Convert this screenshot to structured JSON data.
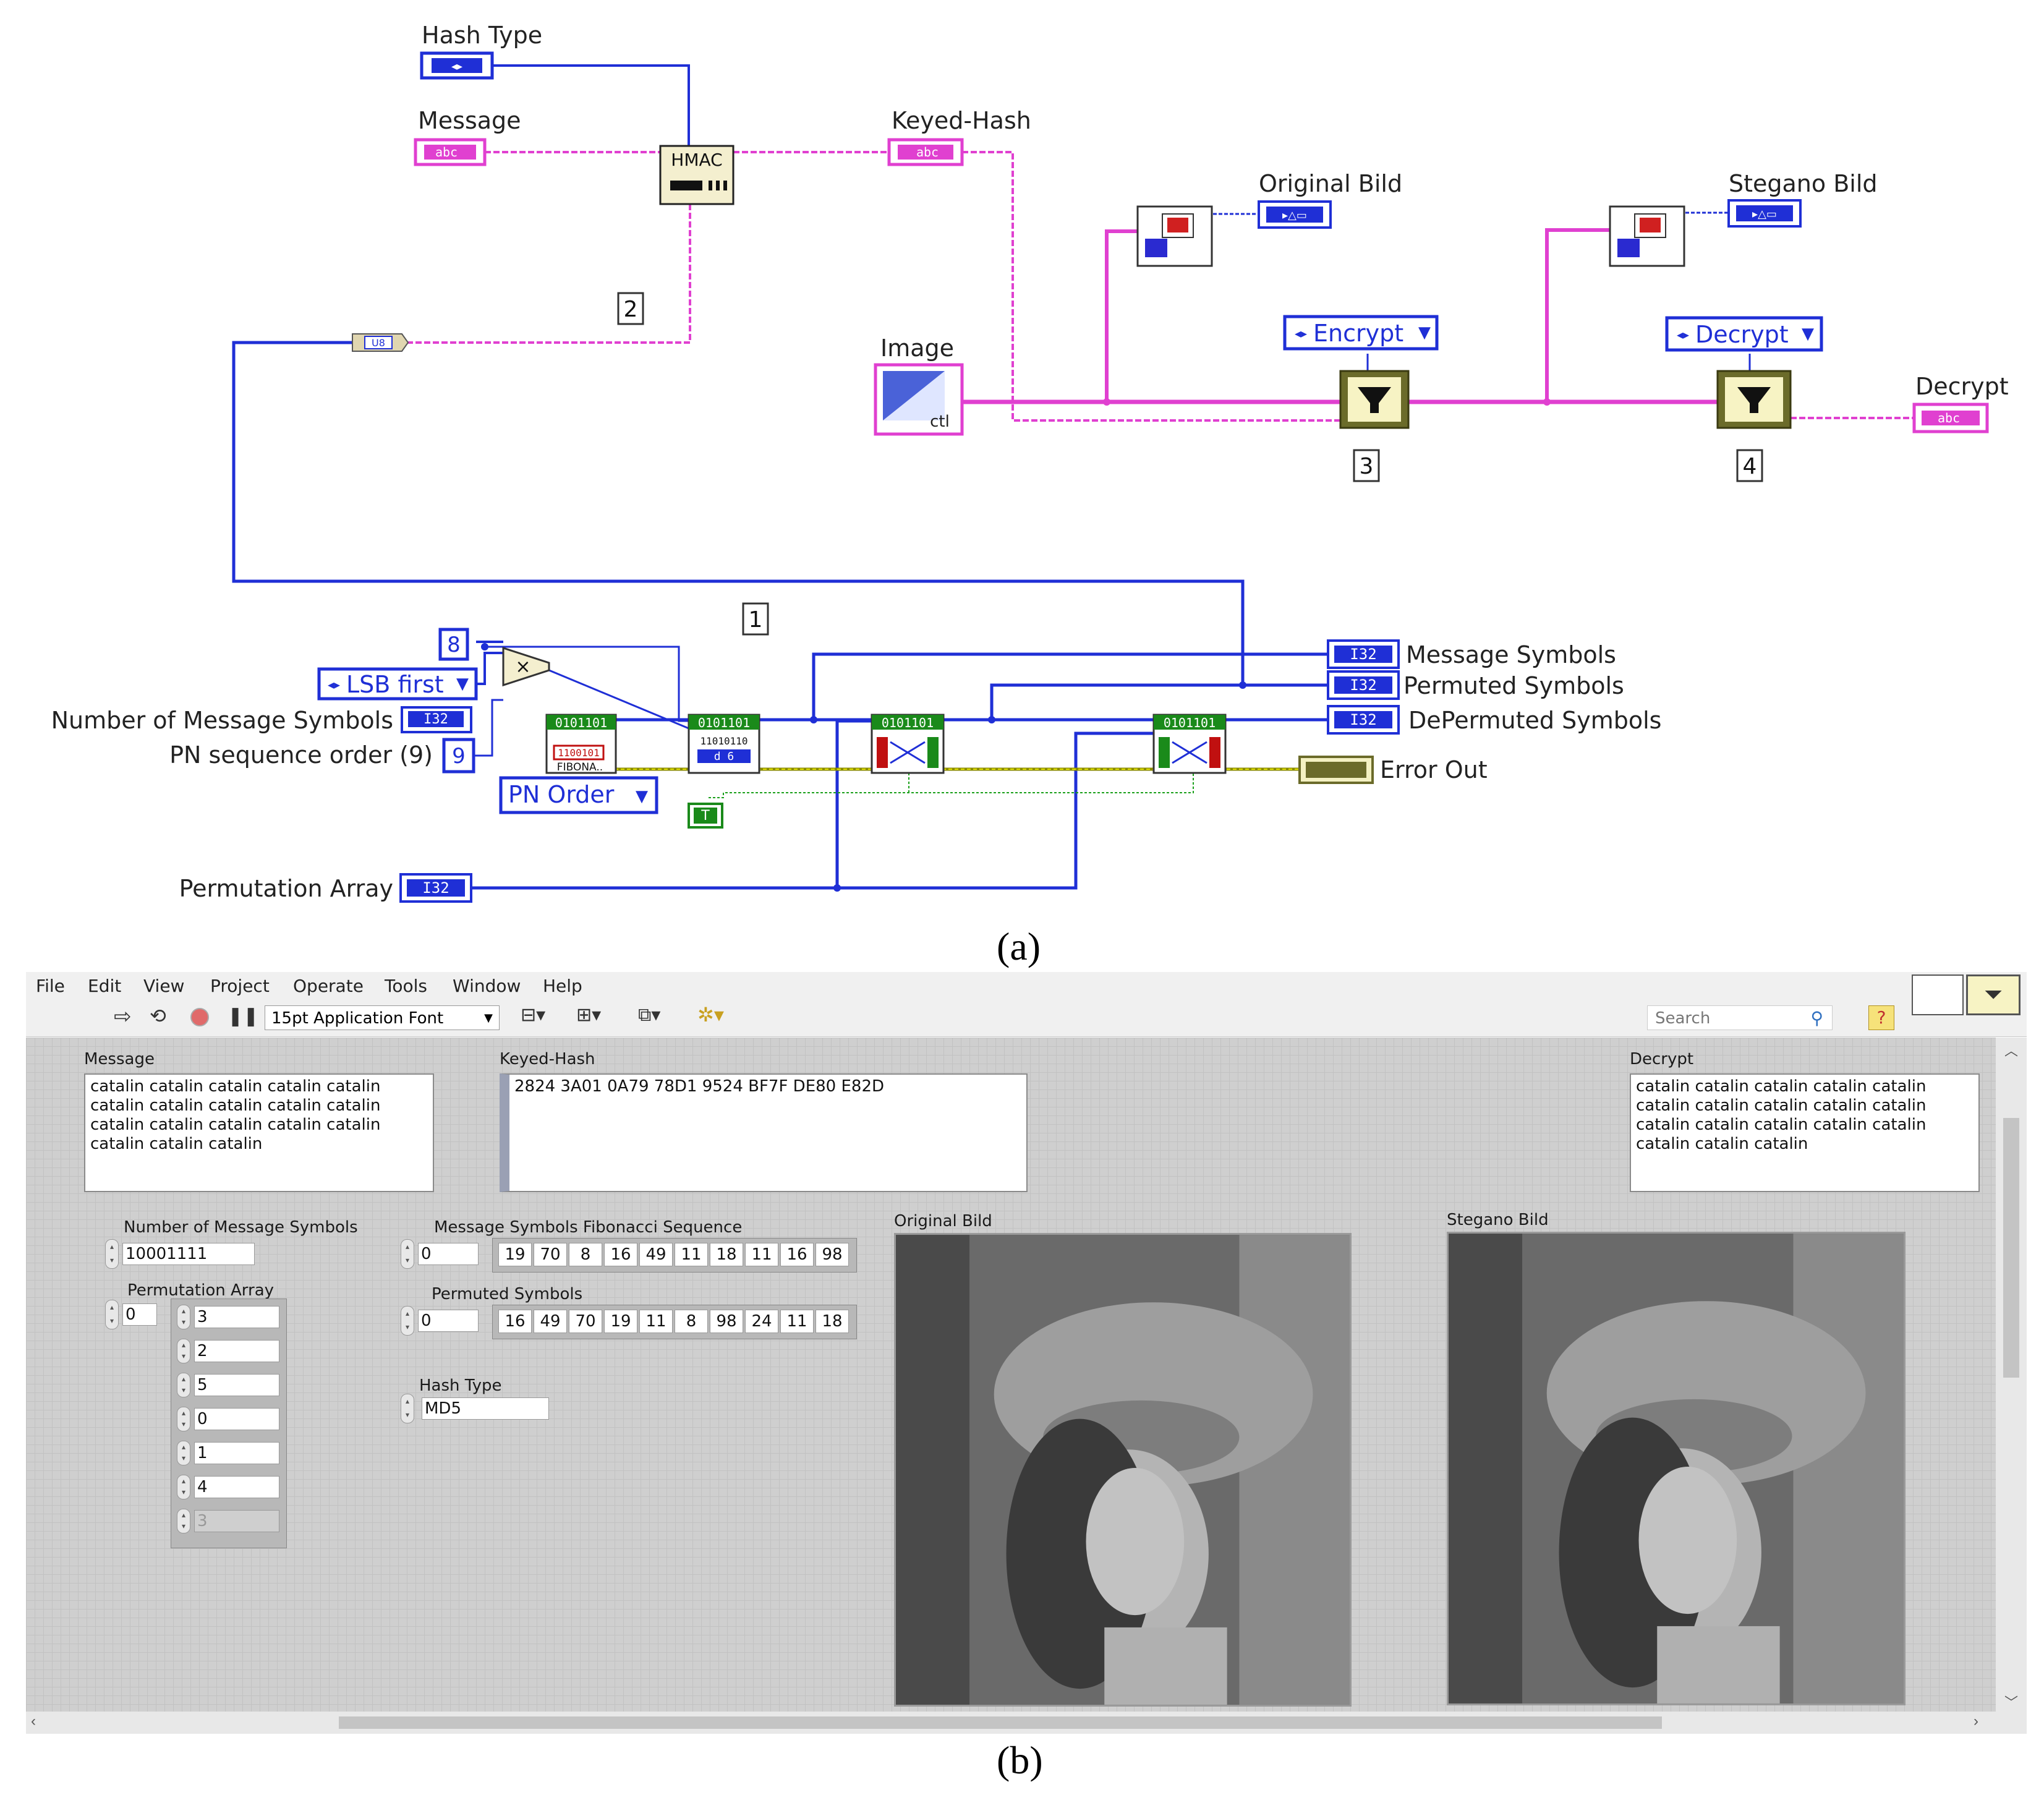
{
  "block_diagram": {
    "labels": {
      "hash_type": "Hash Type",
      "message": "Message",
      "keyed_hash": "Keyed-Hash",
      "original_bild": "Original Bild",
      "stegano_bild": "Stegano Bild",
      "image": "Image",
      "decrypt": "Decrypt",
      "message_symbols": "Message Symbols",
      "permuted_symbols": "Permuted Symbols",
      "depermuted_symbols": "DePermuted Symbols",
      "error_out": "Error Out",
      "number_of_message_symbols": "Number of Message Symbols",
      "pn_sequence_order": "PN sequence order (9)",
      "permutation_array": "Permutation Array"
    },
    "nodes": {
      "hmac": "HMAC",
      "encrypt": "Encrypt",
      "decrypt_enum": "Decrypt",
      "lsb_first": "LSB first",
      "pn_order": "PN Order",
      "const_8": "8",
      "const_9": "9",
      "true_const": "T",
      "u8": "U8",
      "i32": "I32",
      "abc": "abc",
      "binary": "0101101",
      "binary2": "11010110",
      "fibona": "FIBONA..",
      "bits": "1100101",
      "d6": "d  6",
      "ctl": "ctl"
    },
    "steps": [
      "1",
      "2",
      "3",
      "4"
    ]
  },
  "captions": {
    "a": "(a)",
    "b": "(b)"
  },
  "menu": [
    "File",
    "Edit",
    "View",
    "Project",
    "Operate",
    "Tools",
    "Window",
    "Help"
  ],
  "toolbar": {
    "font": "15pt Application Font",
    "search_placeholder": "Search"
  },
  "front_panel": {
    "message": {
      "label": "Message",
      "lines": [
        "catalin catalin catalin catalin catalin",
        "catalin catalin catalin catalin catalin",
        "catalin catalin catalin catalin catalin",
        "catalin catalin catalin"
      ]
    },
    "keyed_hash": {
      "label": "Keyed-Hash",
      "value": "2824 3A01 0A79 78D1 9524 BF7F DE80 E82D"
    },
    "decrypt": {
      "label": "Decrypt",
      "lines": [
        "catalin catalin catalin catalin catalin",
        "catalin catalin catalin catalin catalin",
        "catalin catalin catalin catalin catalin",
        "catalin catalin catalin"
      ]
    },
    "num_symbols": {
      "label": "Number of Message Symbols",
      "value": "10001111"
    },
    "perm_array": {
      "label": "Permutation Array",
      "index": "0",
      "values": [
        "3",
        "2",
        "5",
        "0",
        "1",
        "4",
        "3"
      ]
    },
    "msg_fib": {
      "label": "Message Symbols Fibonacci Sequence",
      "index": "0",
      "values": [
        "19",
        "70",
        "8",
        "16",
        "49",
        "11",
        "18",
        "11",
        "16",
        "98"
      ]
    },
    "permuted": {
      "label": "Permuted Symbols",
      "index": "0",
      "values": [
        "16",
        "49",
        "70",
        "19",
        "11",
        "8",
        "98",
        "24",
        "11",
        "18"
      ]
    },
    "hash_type": {
      "label": "Hash Type",
      "value": "MD5"
    },
    "original_bild": {
      "label": "Original Bild"
    },
    "stegano_bild": {
      "label": "Stegano Bild"
    }
  }
}
